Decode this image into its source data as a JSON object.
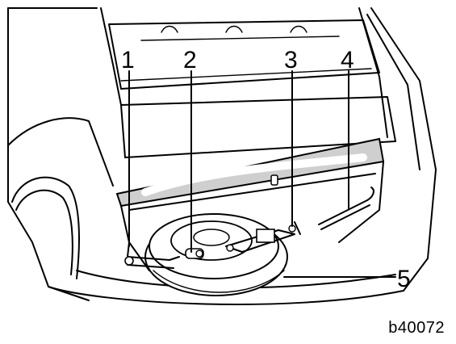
{
  "figure": {
    "callouts": [
      {
        "label": "1",
        "name": "callout-1"
      },
      {
        "label": "2",
        "name": "callout-2"
      },
      {
        "label": "3",
        "name": "callout-3"
      },
      {
        "label": "4",
        "name": "callout-4"
      },
      {
        "label": "5",
        "name": "callout-5"
      }
    ],
    "code": "b40072",
    "colors": {
      "line": "#000000",
      "background": "#ffffff",
      "cover_fill": "#cfcfcf",
      "highlight": "#ffffff"
    }
  }
}
